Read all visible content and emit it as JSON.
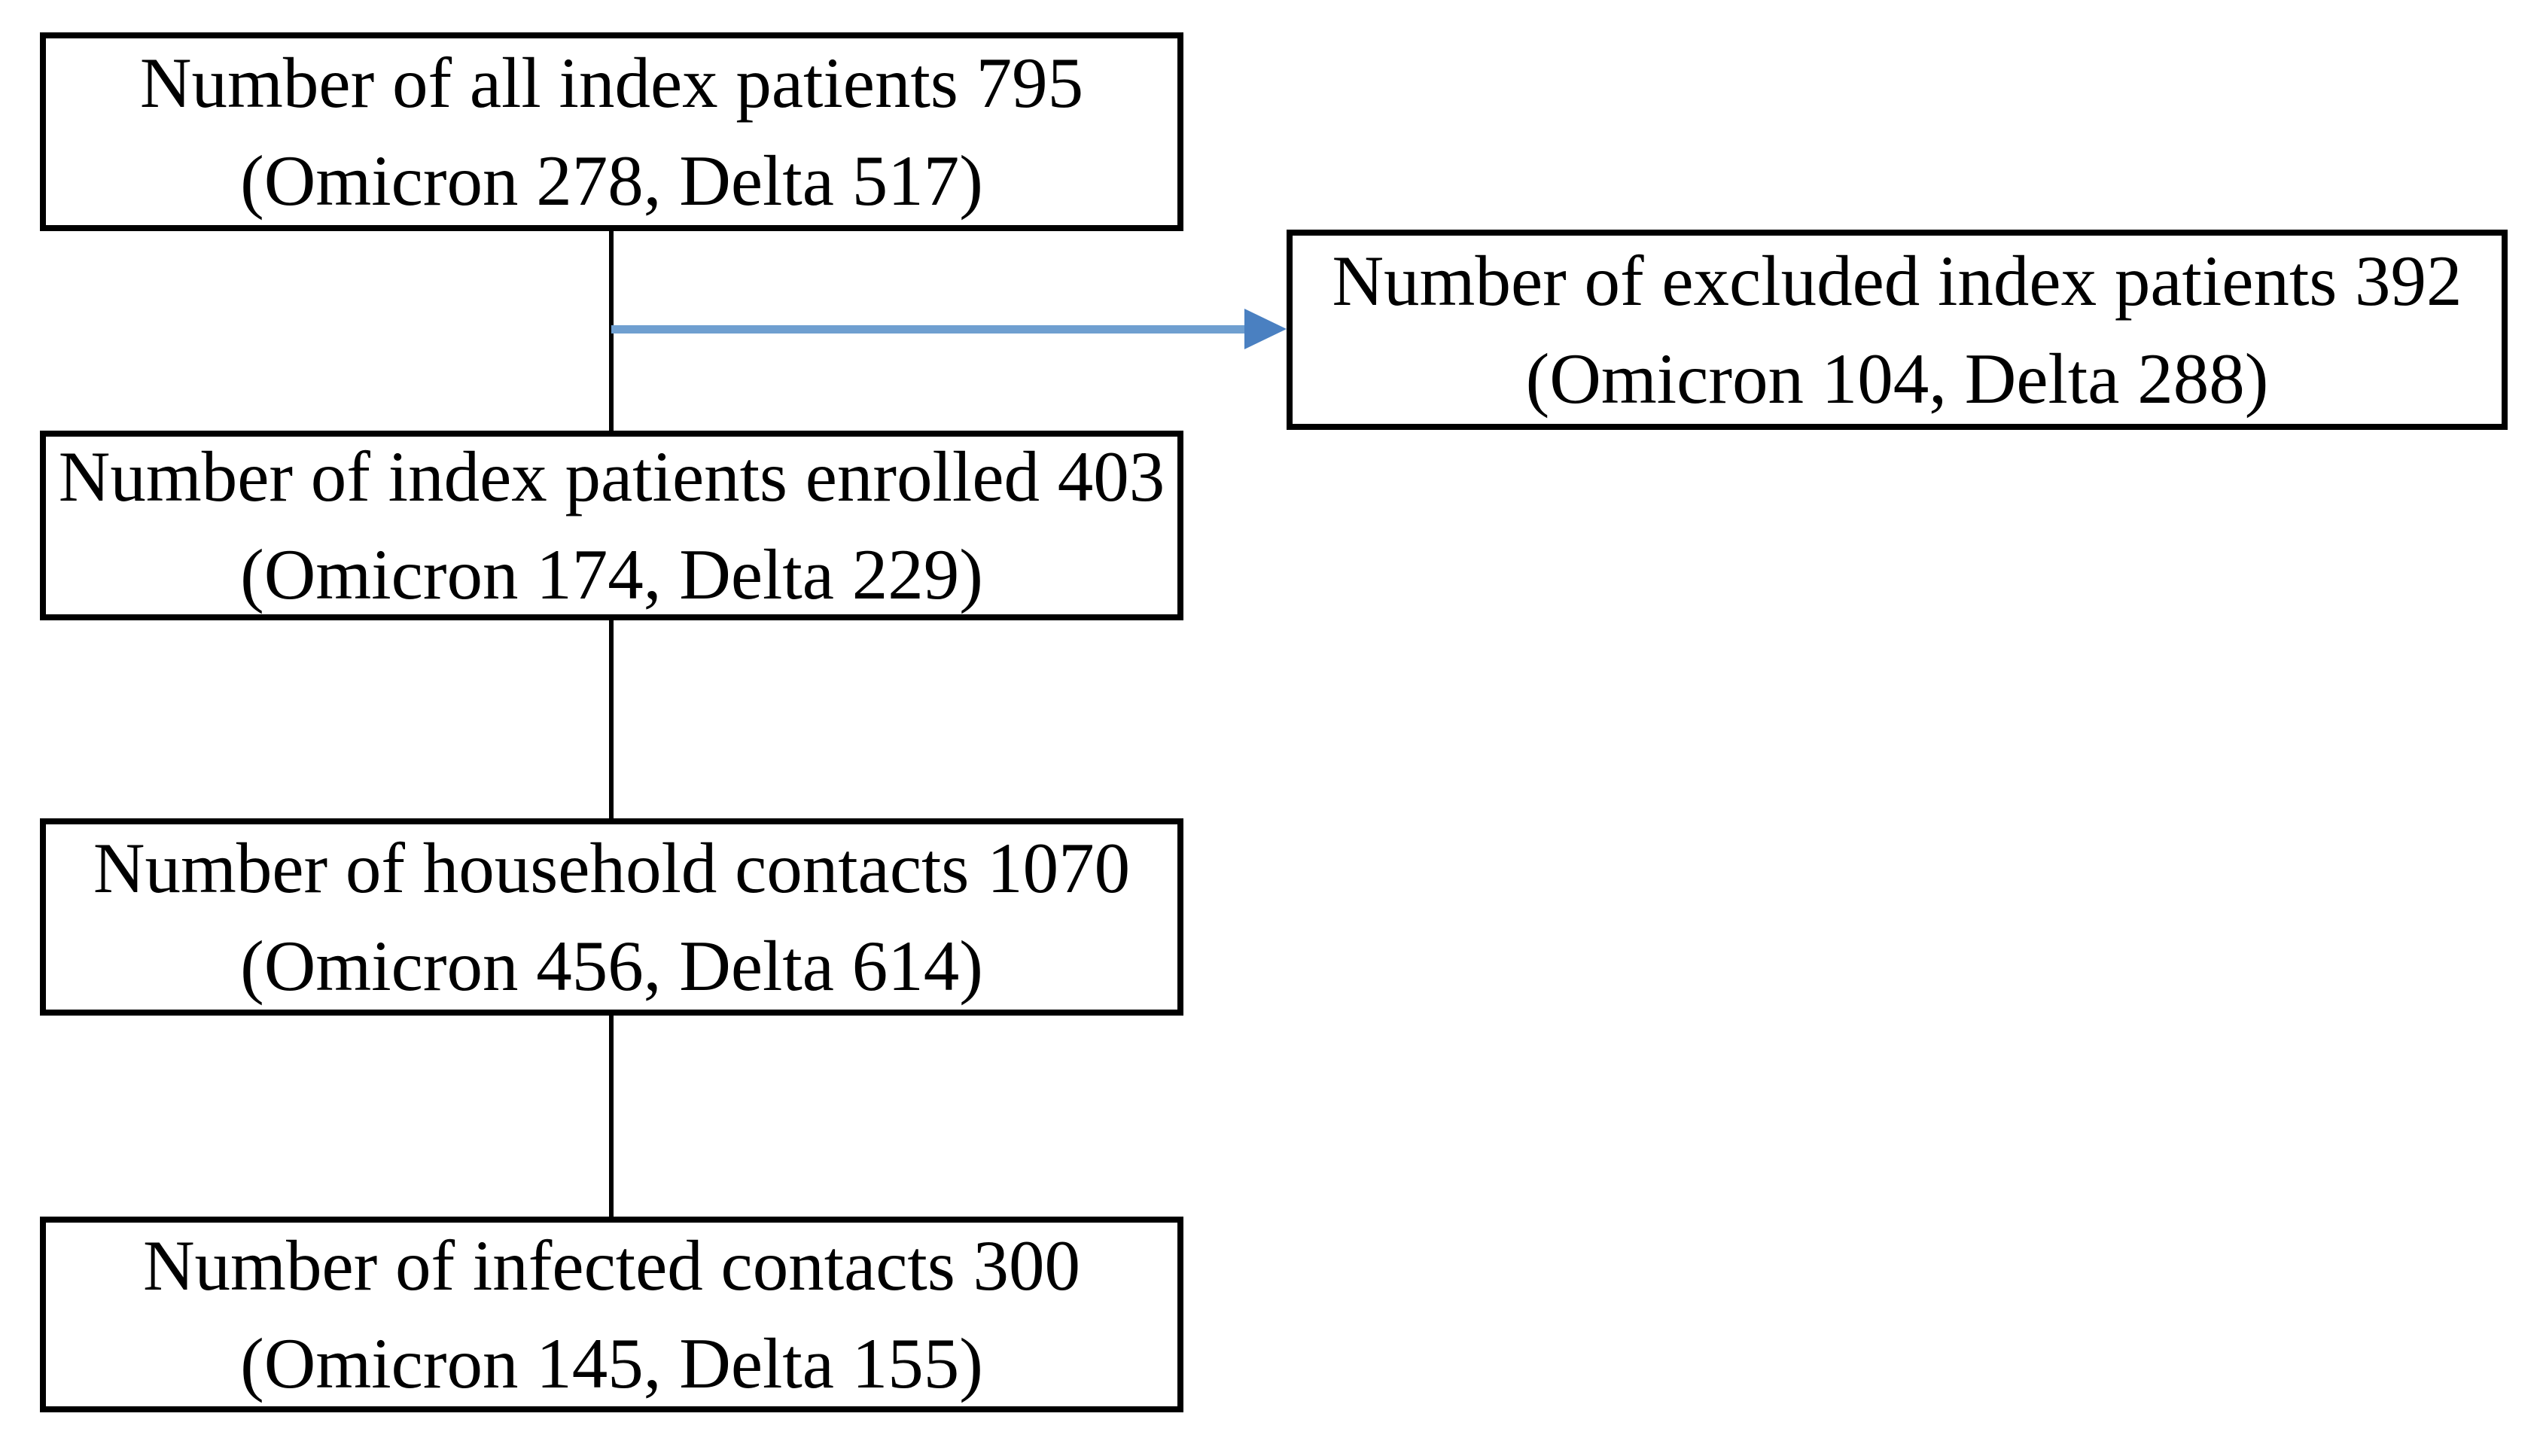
{
  "figure": {
    "colors": {
      "background": "#ffffff",
      "text": "#000000",
      "box_border": "#000000",
      "connector": "#000000",
      "arrow_line": "#6f9fd0",
      "arrow_head": "#4a80c1"
    },
    "boxes": {
      "all_index": {
        "line1": "Number of all index patients 795",
        "line2": "(Omicron 278, Delta 517)"
      },
      "excluded": {
        "line1": "Number of excluded index patients 392",
        "line2": "(Omicron 104, Delta 288)"
      },
      "enrolled": {
        "line1": "Number of index patients enrolled 403",
        "line2": "(Omicron 174, Delta 229)"
      },
      "household": {
        "line1": "Number of household contacts 1070",
        "line2": "(Omicron 456, Delta 614)"
      },
      "infected": {
        "line1": "Number of infected contacts 300",
        "line2": "(Omicron 145, Delta 155)"
      }
    }
  }
}
